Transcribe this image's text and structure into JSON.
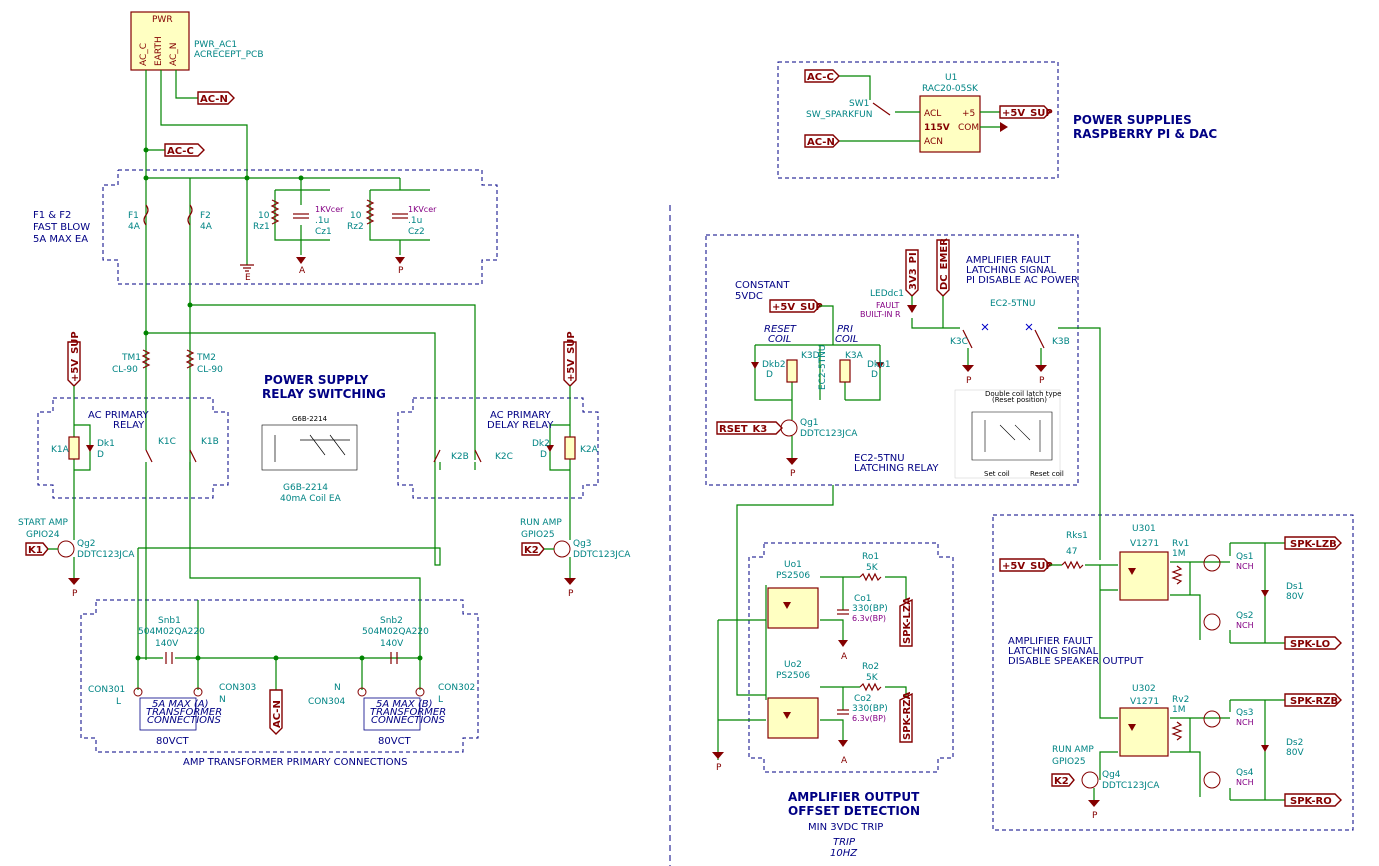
{
  "titles": {
    "power_supplies": "POWER SUPPLIES",
    "raspberry": "RASPBERRY PI & DAC",
    "relay_switching_1": "POWER SUPPLY",
    "relay_switching_2": "RELAY SWITCHING",
    "offset_1": "AMPLIFIER OUTPUT",
    "offset_2": "OFFSET DETECTION",
    "offset_3": "MIN 3VDC TRIP",
    "offset_4": "TRIP",
    "offset_5": "10HZ",
    "fuses_1": "F1 & F2",
    "fuses_2": "FAST BLOW",
    "fuses_3": "5A MAX EA",
    "amp_xfmr": "AMP TRANSFORMER PRIMARY CONNECTIONS",
    "fault_1": "AMPLIFIER FAULT",
    "fault_2": "LATCHING SIGNAL",
    "fault_3": "PI DISABLE AC POWER",
    "spk_fault_1": "AMPLIFIER FAULT",
    "spk_fault_2": "LATCHING SIGNAL",
    "spk_fault_3": "DISABLE SPEAKER OUTPUT",
    "constant_1": "CONSTANT",
    "constant_2": "5VDC",
    "latching": "LATCHING RELAY",
    "ec2_5tnu": "EC2-5TNU"
  },
  "nets": {
    "ac_n": "AC-N",
    "ac_c": "AC-C",
    "v5_sup": "+5V_SUP",
    "v3_pi": "3V3_PI",
    "dc_emer": "DC_EMER",
    "rset_k3": "RSET_K3",
    "k1": "K1",
    "k2": "K2",
    "spk_lza": "SPK-LZA",
    "spk_rza": "SPK-RZA",
    "spk_lzb": "SPK-LZB",
    "spk_lo": "SPK-LO",
    "spk_rzb": "SPK-RZB",
    "spk_ro": "SPK-RO"
  },
  "components": {
    "pwr": "PWR",
    "pwr_ac1": "PWR_AC1",
    "acrecept": "ACRECEPT_PCB",
    "ac_c": "AC_C",
    "earth": "EARTH",
    "ac_n_pin": "AC_N",
    "u1": "U1",
    "rac": "RAC20-05SK",
    "acl": "ACL",
    "acn": "ACN",
    "plus5": "+5",
    "com": "COM",
    "v115": "115V",
    "sw1": "SW1",
    "sw_spark": "SW_SPARKFUN",
    "f1": "F1",
    "f2": "F2",
    "f_rating": "4A",
    "rz1": "Rz1",
    "rz2": "Rz2",
    "r10": "10",
    "cz1": "Cz1",
    "cz2": "Cz2",
    "cap_kv": "1KVcer",
    "cap_u1": ".1u",
    "tm1": "TM1",
    "tm2": "TM2",
    "cl90": "CL-90",
    "ac_primary_relay_1": "AC PRIMARY",
    "ac_primary_relay_2": "RELAY",
    "ac_delay_relay_1": "AC PRIMARY",
    "ac_delay_relay_2": "DELAY RELAY",
    "k1a": "K1A",
    "k1b": "K1B",
    "k1c": "K1C",
    "k2a": "K2A",
    "k2b": "K2B",
    "k2c": "K2C",
    "dk1": "Dk1",
    "dk2": "Dk2",
    "d": "D",
    "g6b": "G6B-2214",
    "g6b_2": "G6B-2214",
    "coil": "40mA Coil EA",
    "start_amp": "START AMP",
    "gpio24": "GPIO24",
    "run_amp": "RUN AMP",
    "gpio25": "GPIO25",
    "qg2": "Qg2",
    "qg3": "Qg3",
    "qg1": "Qg1",
    "qg4": "Qg4",
    "ddtc": "DDTC123JCA",
    "snb1": "Snb1",
    "snb2": "Snb2",
    "snb_part": "504M02QA220",
    "v140": "140V",
    "con301": "CON301",
    "con302": "CON302",
    "con303": "CON303",
    "con304": "CON304",
    "l": "L",
    "n": "N",
    "xfmr_a_1": "5A MAX (A)",
    "xfmr_b_1": "5A MAX (B)",
    "xfmr_2": "TRANSFORMER",
    "xfmr_3": "CONNECTIONS",
    "v80ct": "80VCT",
    "leddc1": "LEDdc1",
    "fault": "FAULT",
    "builtin": "BUILT-IN R",
    "k3c": "K3C",
    "k3b": "K3B",
    "k3a": "K3A",
    "k3d": "K3D",
    "dkb1": "Dkb1",
    "dkb2": "Dkb2",
    "reset_coil_1": "RESET",
    "reset_coil_2": "COIL",
    "pri_coil_1": "PRI",
    "pri_coil_2": "COIL",
    "latch_title": "Double coil latch type",
    "latch_sub": "(Reset position)",
    "set_coil": "Set coil",
    "reset_coil": "Reset coil",
    "uo1": "Uo1",
    "uo2": "Uo2",
    "ps2506": "PS2506",
    "ro1": "Ro1",
    "ro2": "Ro2",
    "r5k": "5K",
    "co1": "Co1",
    "co2": "Co2",
    "c330": "330(BP)",
    "c63": "6.3v(BP)",
    "rks1": "Rks1",
    "r47": "47",
    "u301": "U301",
    "u302": "U302",
    "v1271": "V1271",
    "rv1": "Rv1",
    "rv2": "Rv2",
    "r1m": "1M",
    "qs1": "Qs1",
    "qs2": "Qs2",
    "qs3": "Qs3",
    "qs4": "Qs4",
    "nch": "NCH",
    "ds1": "Ds1",
    "ds2": "Ds2",
    "v80": "80V",
    "pin_p": "P",
    "pin_a": "A",
    "pin_e": "E"
  }
}
